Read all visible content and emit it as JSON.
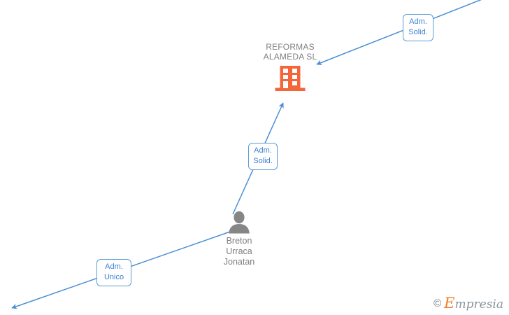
{
  "diagram": {
    "type": "relationship-graph",
    "background": "#ffffff",
    "edge_color": "#4a8fd4",
    "company_color": "#f4663a",
    "person_color": "#868686",
    "label_text_color": "#3a7fd0"
  },
  "company": {
    "name": "REFORMAS\nALAMEDA SL",
    "icon": "building-icon"
  },
  "person": {
    "name": "Breton\nUrraca\nJonatan",
    "icon": "person-icon"
  },
  "edge_labels": [
    {
      "id": "top-right",
      "text": "Adm.\nSolid."
    },
    {
      "id": "middle",
      "text": "Adm.\nSolid."
    },
    {
      "id": "bottom-left",
      "text": "Adm.\nUnico"
    }
  ],
  "watermark": {
    "copyright": "©",
    "brand_initial": "E",
    "brand_rest": "mpresia"
  }
}
